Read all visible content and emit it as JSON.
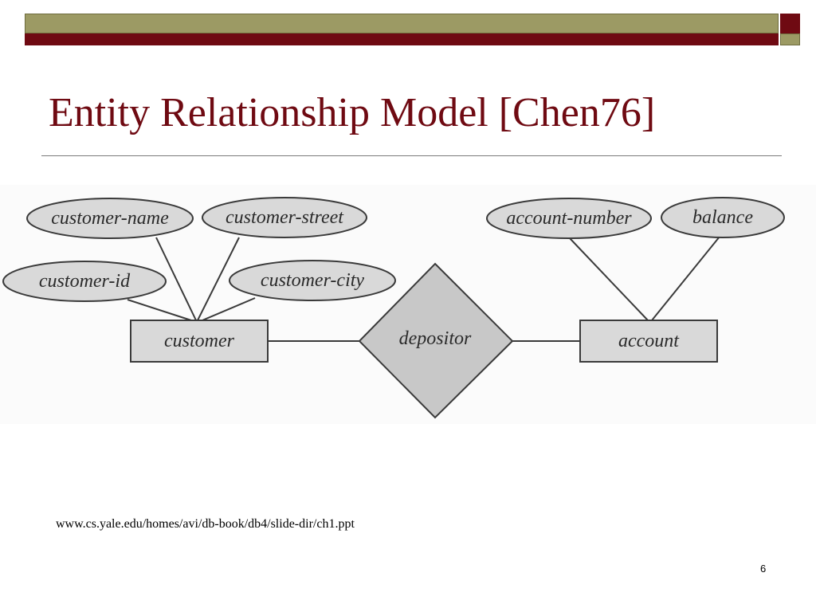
{
  "slide": {
    "title": "Entity Relationship Model [Chen76]",
    "source": "www.cs.yale.edu/homes/avi/db-book/db4/slide-dir/ch1.ppt",
    "page_number": "6"
  },
  "diagram": {
    "entities": {
      "customer": "customer",
      "account": "account"
    },
    "relationship": "depositor",
    "attributes": {
      "customer_name": "customer-name",
      "customer_street": "customer-street",
      "customer_id": "customer-id",
      "customer_city": "customer-city",
      "account_number": "account-number",
      "balance": "balance"
    }
  },
  "colors": {
    "title": "#6f0a12",
    "bar_olive": "#9c9a64",
    "bar_maroon": "#6f0a12",
    "shape_fill": "#d9d9d9",
    "shape_stroke": "#3a3a3a"
  }
}
